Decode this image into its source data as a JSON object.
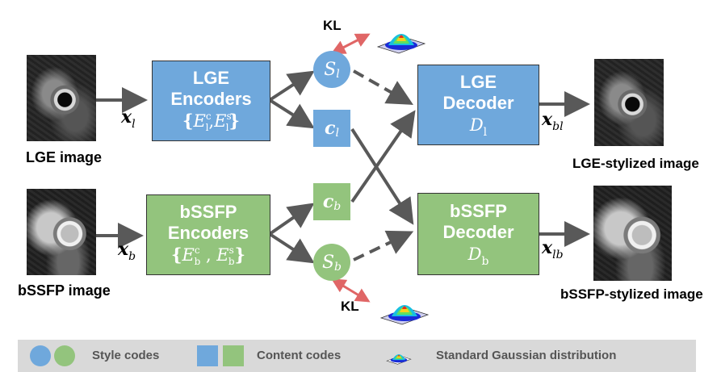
{
  "images": {
    "lge_caption": "LGE image",
    "bssfp_caption": "bSSFP image",
    "lge_out_caption": "LGE-stylized image",
    "bssfp_out_caption": "bSSFP-stylized image"
  },
  "encoders": {
    "lge": {
      "title1": "LGE",
      "title2": "Encoders"
    },
    "bssfp": {
      "title1": "bSSFP",
      "title2": "Encoders"
    }
  },
  "decoders": {
    "lge": {
      "title1": "LGE",
      "title2": "Decoder",
      "symbol": "D",
      "sub": "l"
    },
    "bssfp": {
      "title1": "bSSFP",
      "title2": "Decoder",
      "symbol": "D",
      "sub": "b"
    }
  },
  "codes": {
    "style_l": {
      "symbol": "S",
      "sub": "l"
    },
    "content_l": {
      "symbol": "c",
      "sub": "l"
    },
    "content_b": {
      "symbol": "c",
      "sub": "b"
    },
    "style_b": {
      "symbol": "S",
      "sub": "b"
    }
  },
  "variables": {
    "x_l": {
      "symbol": "x",
      "sub": "l"
    },
    "x_b": {
      "symbol": "x",
      "sub": "b"
    },
    "x_bl": {
      "symbol": "x",
      "sub": "bl"
    },
    "x_lb": {
      "symbol": "x",
      "sub": "lb"
    }
  },
  "kl_top": "KL",
  "kl_bottom": "KL",
  "legend": {
    "style_label": "Style codes",
    "content_label": "Content codes",
    "gaussian_label": "Standard Gaussian distribution"
  },
  "colors": {
    "blue": "#6fa8dc",
    "green": "#93c47d",
    "arrow": "#595959",
    "kl_arrow": "#e06666"
  }
}
